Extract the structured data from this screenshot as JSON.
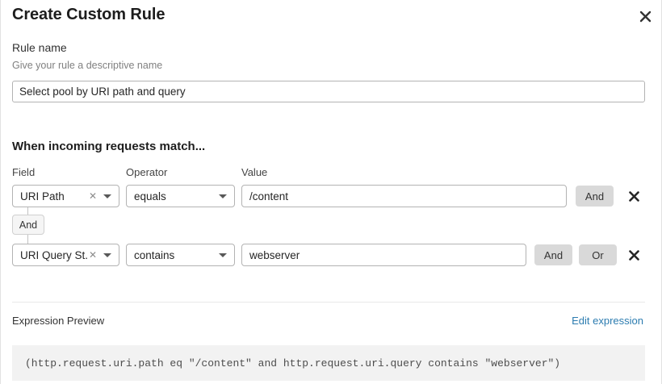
{
  "dialog": {
    "title": "Create Custom Rule",
    "close_icon": "close-icon"
  },
  "rule_name": {
    "label": "Rule name",
    "help": "Give your rule a descriptive name",
    "value": "Select pool by URI path and query",
    "placeholder": "Rule name"
  },
  "conditions": {
    "heading": "When incoming requests match...",
    "columns": {
      "field": "Field",
      "operator": "Operator",
      "value": "Value"
    },
    "connector_badge": "And",
    "rows": [
      {
        "field": "URI Path",
        "operator": "equals",
        "value": "/content",
        "value_placeholder": "Value",
        "clear_icon": "clear-icon",
        "caret_icon": "chevron-down-icon",
        "buttons": [
          "And"
        ],
        "delete_icon": "delete-icon"
      },
      {
        "field": "URI Query St...",
        "operator": "contains",
        "value": "webserver",
        "value_placeholder": "Value",
        "clear_icon": "clear-icon",
        "caret_icon": "chevron-down-icon",
        "buttons": [
          "And",
          "Or"
        ],
        "delete_icon": "delete-icon"
      }
    ]
  },
  "expression": {
    "label": "Expression Preview",
    "edit_link": "Edit expression",
    "code": "(http.request.uri.path eq \"/content\" and http.request.uri.query contains \"webserver\")"
  },
  "colors": {
    "link": "#2c7cb0",
    "pill_bg": "#d9d9d9",
    "code_bg": "#f2f2f2"
  }
}
